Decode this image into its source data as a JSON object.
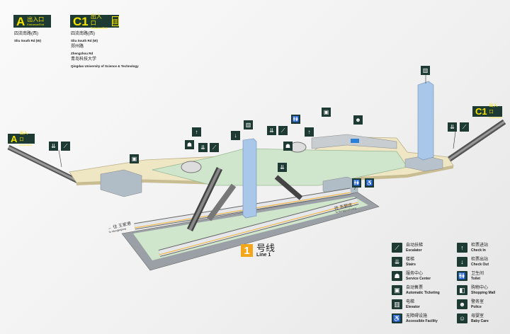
{
  "entrances": {
    "a": {
      "letter": "A",
      "cn": "出入口",
      "en": "Entrance/Exit"
    },
    "c1": {
      "letter": "C1",
      "cn": "出入口",
      "en": "Entrance/Exit",
      "elevator_glyph": "▥"
    }
  },
  "destinations": {
    "a": [
      {
        "cn": "四流南路(西)",
        "en": "Sliu South Rd (W)"
      }
    ],
    "c1": [
      {
        "cn": "四流南路(西)",
        "en": "Sliu South Rd (W)"
      },
      {
        "cn": "郑州路",
        "en": "Zhengzhou Rd"
      },
      {
        "cn": "青岛科技大学",
        "en": "Qingdao University of Science & Technology"
      }
    ]
  },
  "line": {
    "number": "1",
    "cn": "号线",
    "en": "Line 1",
    "color": "#f4a61a"
  },
  "directions": {
    "left": {
      "cn": "往 王家港",
      "en": "To Wangjiagang"
    },
    "right": {
      "cn": "往 东郭庄",
      "en": "To Dongguozhuang"
    }
  },
  "legend": [
    {
      "icon": "escalator-icon",
      "glyph": "⟋",
      "cn": "自动扶梯",
      "en": "Escalator"
    },
    {
      "icon": "check-in-icon",
      "glyph": "↑",
      "cn": "检票进站",
      "en": "Check In"
    },
    {
      "icon": "stairs-icon",
      "glyph": "⇊",
      "cn": "楼梯",
      "en": "Stairs"
    },
    {
      "icon": "check-out-icon",
      "glyph": "↓",
      "cn": "检票出站",
      "en": "Check Out"
    },
    {
      "icon": "service-center-icon",
      "glyph": "☗",
      "cn": "服务中心",
      "en": "Service Center"
    },
    {
      "icon": "toilet-icon",
      "glyph": "🚻",
      "cn": "卫生间",
      "en": "Toilet"
    },
    {
      "icon": "ticketing-icon",
      "glyph": "▣",
      "cn": "自动售票",
      "en": "Automatic Ticketing"
    },
    {
      "icon": "shopping-icon",
      "glyph": "◧",
      "cn": "购物中心",
      "en": "Shopping Mall"
    },
    {
      "icon": "elevator-icon",
      "glyph": "▥",
      "cn": "电梯",
      "en": "Elevator"
    },
    {
      "icon": "police-icon",
      "glyph": "☻",
      "cn": "警务室",
      "en": "Police"
    },
    {
      "icon": "accessible-icon",
      "glyph": "♿",
      "cn": "无障碍设施",
      "en": "Accessible Facility"
    },
    {
      "icon": "baby-care-icon",
      "glyph": "☺",
      "cn": "母婴室",
      "en": "Baby Care"
    }
  ],
  "colors": {
    "sign_bg": "#1d3a33",
    "sign_text": "#f5e400",
    "concourse": "#efe6c4",
    "paid_area": "#cfe5cc",
    "elevator": "#a9c7e8"
  }
}
